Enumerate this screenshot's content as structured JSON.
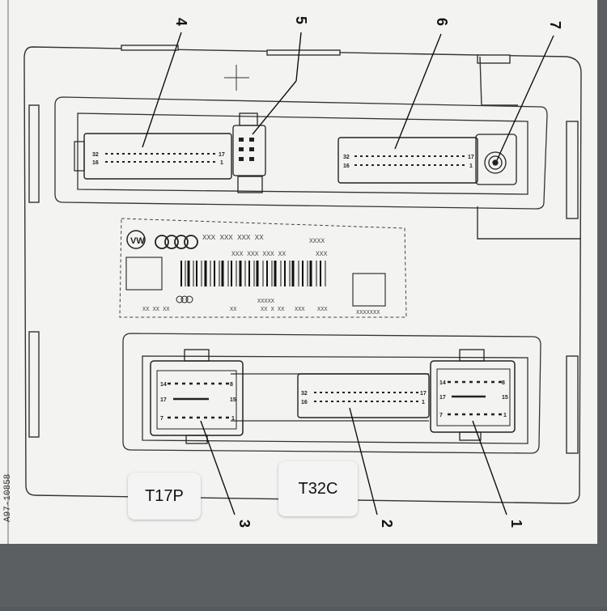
{
  "diagram": {
    "side_code": "A97-10858",
    "logo_text_line1": "XXX XXX XXX XX",
    "logo_text_line2": "XXX XXX XXX XX",
    "label_code_a": "XXXX",
    "label_code_b": "XXX",
    "footer_codes": [
      "XX XX XX",
      "XX",
      "XXXXX",
      "XX X XX",
      "XXX",
      "XXX",
      "XXXXXXX"
    ],
    "callouts": [
      {
        "num": "1"
      },
      {
        "num": "2"
      },
      {
        "num": "3"
      },
      {
        "num": "4"
      },
      {
        "num": "5"
      },
      {
        "num": "6"
      },
      {
        "num": "7"
      }
    ],
    "pins": {
      "c4_top": "32",
      "c4_top_right": "17",
      "c4_bottom": "16",
      "c4_bottom_right": "1",
      "c6_top": "32",
      "c6_top_right": "17",
      "c6_bottom": "16",
      "c6_bottom_right": "1",
      "c2_top": "32",
      "c2_top_right": "17",
      "c2_bottom": "16",
      "c2_bottom_right": "1",
      "c3_tl": "14",
      "c3_tr": "8",
      "c3_ml": "17",
      "c3_mr": "15",
      "c3_bl": "7",
      "c3_br": "1",
      "c1_tl": "14",
      "c1_tr": "8",
      "c1_ml": "17",
      "c1_mr": "15",
      "c1_bl": "7",
      "c1_br": "1"
    }
  },
  "tags": {
    "t17p": "T17P",
    "t32c": "T32C"
  }
}
